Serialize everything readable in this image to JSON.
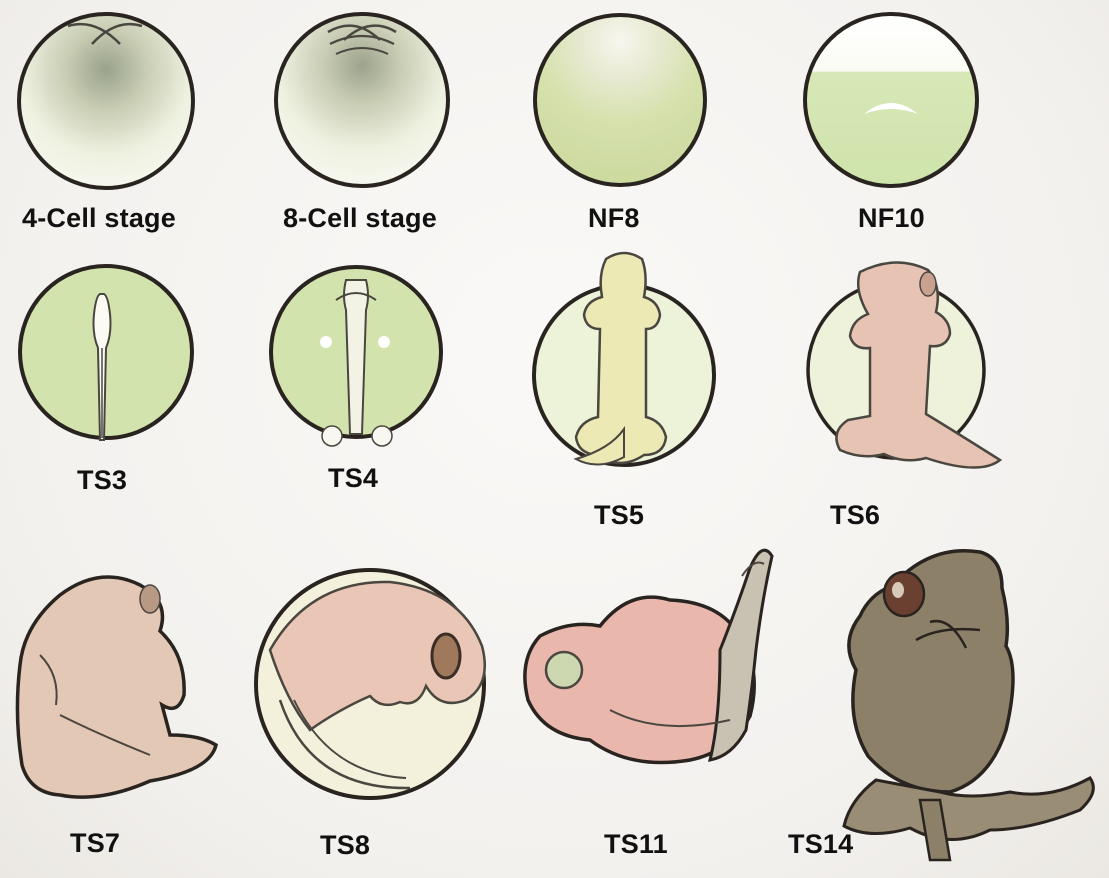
{
  "figure": {
    "stages": [
      {
        "label": "4-Cell stage",
        "icon": "four-cell-embryo-icon"
      },
      {
        "label": "8-Cell stage",
        "icon": "eight-cell-embryo-icon"
      },
      {
        "label": "NF8",
        "icon": "blastula-embryo-icon"
      },
      {
        "label": "NF10",
        "icon": "gastrula-embryo-icon"
      },
      {
        "label": "TS3",
        "icon": "neural-plate-embryo-icon"
      },
      {
        "label": "TS4",
        "icon": "neural-tube-embryo-icon"
      },
      {
        "label": "TS5",
        "icon": "limb-bud-embryo-icon"
      },
      {
        "label": "TS6",
        "icon": "limb-paddle-embryo-icon"
      },
      {
        "label": "TS7",
        "icon": "curled-embryo-icon"
      },
      {
        "label": "TS8",
        "icon": "eye-stage-embryo-icon"
      },
      {
        "label": "TS11",
        "icon": "tail-stage-embryo-icon"
      },
      {
        "label": "TS14",
        "icon": "froglet-icon"
      }
    ],
    "colors": {
      "egg_fill": "#e9f2cf",
      "embryo_pink": "#e7b8a6",
      "froglet_gray": "#8d8068",
      "outline": "#2a2420"
    }
  }
}
